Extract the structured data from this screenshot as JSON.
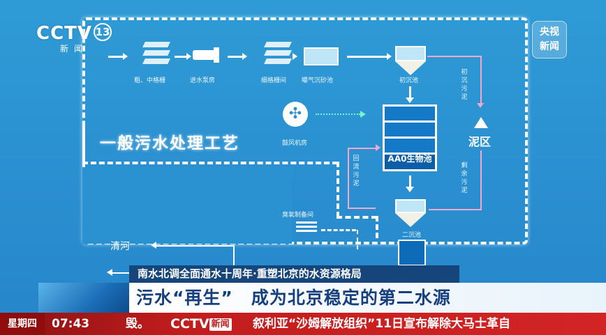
{
  "logo": {
    "brand": "CCTV",
    "channel": "13",
    "sub": "新闻"
  },
  "watermark": {
    "line1": "央视",
    "line2": "新闻"
  },
  "diagram": {
    "section_title": "一般污水处理工艺",
    "steps": [
      "粗、中格栅",
      "进水泵房",
      "细格栅间",
      "曝气沉砂池",
      "初沉池"
    ],
    "blower": "鼓风机房",
    "bio_tank": "AA0生物池",
    "sludge_area": "泥区",
    "primary_sludge": "初沉污泥",
    "return_sludge": "回流污泥",
    "excess_sludge": "剩余污泥",
    "secondary_tank": "二沉池",
    "ozone": "臭氧制备间",
    "outflow": "清河"
  },
  "lower_third": {
    "topic": "南水北调全面通水十周年·重塑北京的水资源格局",
    "headline": "污水“再生”　成为北京稳定的第二水源"
  },
  "ticker": {
    "day": "星期四",
    "time": "07:43",
    "prev_tail": "毁。",
    "brand": "CCTV",
    "brand_tag": "新闻",
    "text": "叙利亚“沙姆解放组织”11日宣布解除大马士革自"
  },
  "colors": {
    "background": "#2a8fd0",
    "band_dark": "#16457b",
    "ticker_red": "#c21d1d",
    "headline_blue": "#163f7f",
    "sludge_line": "#f0a9c8"
  }
}
